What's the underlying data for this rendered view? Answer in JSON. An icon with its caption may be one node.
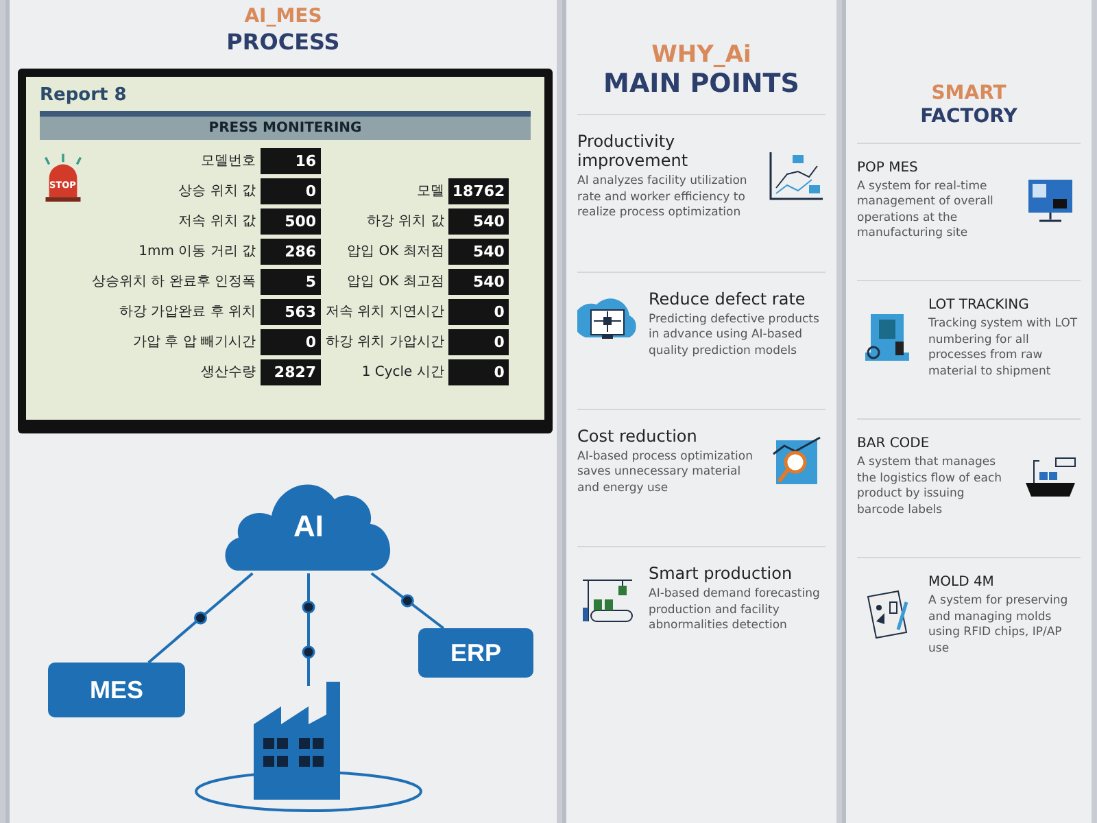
{
  "diagram": {
    "nodes": [
      {
        "text": [
          "AI"
        ]
      },
      {
        "text": [
          "MES"
        ]
      },
      {
        "text": [
          "ERP"
        ]
      },
      {
        "text": [],
        "shape": "picture"
      }
    ],
    "edges": [
      {
        "from": 0,
        "to": 1,
        "arrow": "none"
      },
      {
        "from": 0,
        "to": 3,
        "arrow": "none"
      },
      {
        "from": 0,
        "to": 2,
        "arrow": "none"
      }
    ],
    "labels": [
      "Report 8",
      "PRESS MONITERING",
      "STOP",
      "모델번호",
      "16",
      "상승 위치 값",
      "0",
      "저속 위치 값",
      "500",
      "1mm 이동 거리 값",
      "286",
      "상승위치 하 완료후 인정폭",
      "5",
      "하강 가압완료 후 위치",
      "563",
      "가압 후 압 빼기시간",
      "0",
      "생산수량",
      "2827",
      "모델",
      "18762",
      "하강 위치 값",
      "540",
      "압입 OK 최저점",
      "540",
      "압입 OK 최고점",
      "540",
      "저속 위치 지연시간",
      "0",
      "하강 위치 가압시간",
      "0",
      "1 Cycle 시간",
      "0",
      "AI_MES",
      "PROCESS",
      "WHY_Ai",
      "MAIN POINTS",
      "Productivity improvement",
      "AI analyzes facility utilization rate and worker efficiency to realize process optimization",
      "Reduce defect rate",
      "Predicting defective products in advance using AI-based quality prediction models",
      "Cost reduction",
      "AI-based process optimization saves unnecessary material and energy use",
      "Smart production",
      "AI-based demand forecasting production and facility abnormalities detection",
      "SMART",
      "FACTORY",
      "POP MES",
      "A system for real-time management of overall operations at the manufacturing site",
      "LOT TRACKING",
      "Tracking system with LOT numbering for all processes from raw material to shipment",
      "BAR CODE",
      "A system that manages the logistics flow of each product by issuing barcode labels",
      "MOLD 4M",
      "A system for preserving and managing molds using RFID chips, IP/AP use"
    ]
  }
}
